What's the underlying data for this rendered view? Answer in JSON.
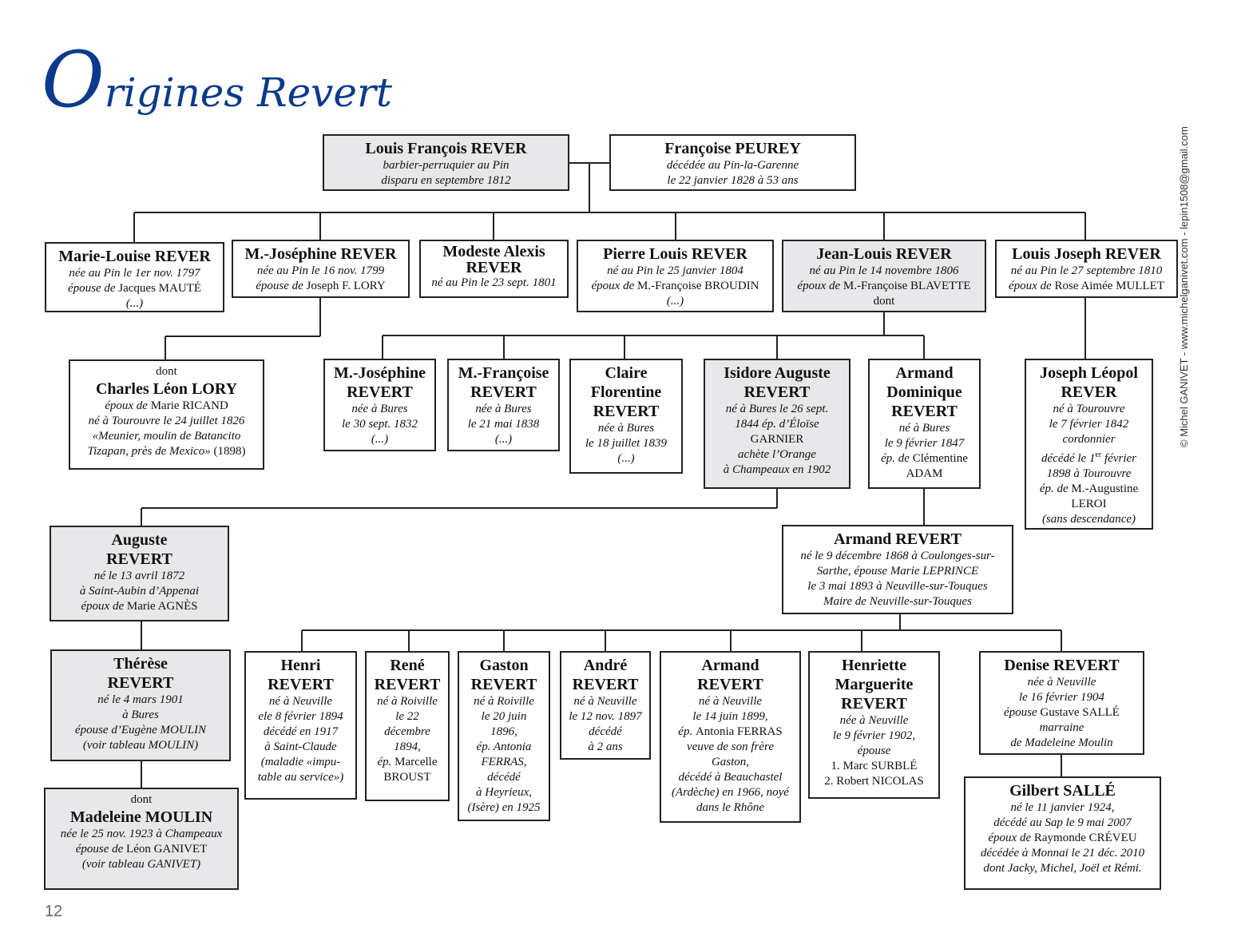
{
  "title": {
    "initial": "O",
    "rest": "rigines Revert"
  },
  "credit": "© Michel GANIVET - www.michelganivet.com - lepin1508@gmail.com",
  "page_number": "12",
  "people": {
    "p1": {
      "name": "Louis François REVER",
      "lines": [
        "barbier-perruquier au Pin",
        "disparu en septembre 1812"
      ]
    },
    "p2": {
      "name": "Françoise PEUREY",
      "lines": [
        "décédée au Pin-la-Garenne",
        "le 22 janvier 1828 à 53 ans"
      ]
    },
    "c1": {
      "name": "Marie-Louise REVER",
      "l1": "née au Pin le 1er nov. 1797",
      "l2a": "épouse de ",
      "l2b": "Jacques MAUTÉ",
      "l3": "(...)"
    },
    "c2": {
      "name": "M.-Joséphine REVER",
      "l1": "née au Pin le 16 nov. 1799",
      "l2a": "épouse de ",
      "l2b": "Joseph F. LORY"
    },
    "c3": {
      "name1": "Modeste Alexis",
      "name2": "REVER",
      "l1": "né au Pin le 23 sept. 1801"
    },
    "c4": {
      "name": "Pierre Louis REVER",
      "l1": "né au Pin le 25 janvier 1804",
      "l2a": "époux de ",
      "l2b": "M.-Françoise BROUDIN",
      "l3": "(...)"
    },
    "c5": {
      "name": "Jean-Louis REVER",
      "l1": "né au Pin le 14 novembre 1806",
      "l2a": "époux de ",
      "l2b": "M.-Françoise BLAVETTE",
      "l3": "dont"
    },
    "c6": {
      "name": "Louis Joseph REVER",
      "l1": "né au Pin le 27 septembre 1810",
      "l2a": "époux de ",
      "l2b": "Rose Aimée MULLET"
    },
    "lory": {
      "pre": "dont",
      "name": "Charles Léon LORY",
      "l1a": "époux de ",
      "l1b": "Marie RICAND",
      "l2": "né à Tourouvre le 24 juillet 1826",
      "l3": "«Meunier, moulin de Batancito",
      "l4a": "Tizapan, près de Mexico» ",
      "l4b": "(1898)"
    },
    "g1": {
      "name1": "M.-Joséphine",
      "name2": "REVERT",
      "l1": "née à Bures",
      "l2": "le 30 sept. 1832",
      "l3": "(...)"
    },
    "g2": {
      "name1": "M.-Françoise",
      "name2": "REVERT",
      "l1": "née à Bures",
      "l2": "le 21 mai 1838",
      "l3": "(...)"
    },
    "g3": {
      "name1": "Claire",
      "name2": "Florentine",
      "name3": "REVERT",
      "l1": "née à Bures",
      "l2": "le 18 juillet 1839",
      "l3": "(...)"
    },
    "g4": {
      "name1": "Isidore Auguste",
      "name2": "REVERT",
      "l1": "né à Bures le 26 sept.",
      "l2": "1844 ép. d’Éloïse",
      "l3": "GARNIER",
      "l4": "achète l’Orange",
      "l5": "à Champeaux en 1902"
    },
    "g5": {
      "name1": "Armand",
      "name2": "Dominique",
      "name3": "REVERT",
      "l1": "né à Bures",
      "l2": "le 9 février 1847",
      "l3a": "ép. de ",
      "l3b": "Clémentine",
      "l4": "ADAM"
    },
    "g6": {
      "name1": "Joseph Léopol",
      "name2": "REVER",
      "l1": "né à Tourouvre",
      "l2": "le 7 février 1842",
      "l3": "cordonnier",
      "l4a": "décédé le 1",
      "l4sup": "er",
      "l4b": " février",
      "l5": "1898 à Tourouvre",
      "l6a": "ép. de ",
      "l6b": "M.-Augustine",
      "l7": "LEROI",
      "l8": "(sans descendance)"
    },
    "auguste": {
      "name1": "Auguste",
      "name2": "REVERT",
      "l1": "né le 13 avril 1872",
      "l2": "à Saint-Aubin d’Appenai",
      "l3a": "époux de ",
      "l3b": "Marie AGNÈS"
    },
    "armand_r": {
      "name": "Armand REVERT",
      "l1": "né le 9 décembre 1868 à Coulonges-sur-",
      "l2": "Sarthe, épouse Marie LEPRINCE",
      "l3": "le 3 mai 1893 à Neuville-sur-Touques",
      "l4": "Maire de Neuville-sur-Touques"
    },
    "therese": {
      "name1": "Thérèse",
      "name2": "REVERT",
      "l1": "né le 4 mars 1901",
      "l2": "à Bures",
      "l3": "épouse d’Eugène MOULIN",
      "l4": "(voir tableau MOULIN)"
    },
    "madeleine": {
      "pre": "dont",
      "name": "Madeleine MOULIN",
      "l1": "née le 25 nov. 1923 à Champeaux",
      "l2a": "épouse de ",
      "l2b": "Léon GANIVET",
      "l3": "(voir tableau GANIVET)"
    },
    "h1": {
      "name1": "Henri",
      "name2": "REVERT",
      "l1": "né à Neuville",
      "l2": "ele 8 février 1894",
      "l3": "décédé en 1917",
      "l4": "à Saint-Claude",
      "l5": "(maladie «impu-",
      "l6": "table au service»)"
    },
    "h2": {
      "name1": "René",
      "name2": "REVERT",
      "l1": "né à Roiville",
      "l2": "le 22",
      "l3": "décembre",
      "l4": "1894,",
      "l5a": "ép. ",
      "l5b": "Marcelle",
      "l6": "BROUST"
    },
    "h3": {
      "name1": "Gaston",
      "name2": "REVERT",
      "l1": "né à Roiville",
      "l2": "le 20 juin",
      "l3": "1896,",
      "l4": "ép. Antonia",
      "l5": "FERRAS,",
      "l6": "décédé",
      "l7": "à Heyrieux,",
      "l8": "(Isère) en 1925"
    },
    "h4": {
      "name1": "André",
      "name2": "REVERT",
      "l1": "né à Neuville",
      "l2": "le 12 nov. 1897",
      "l3": "décédé",
      "l4": "à 2 ans"
    },
    "h5": {
      "name1": "Armand",
      "name2": "REVERT",
      "l1": "né à Neuville",
      "l2": "le 14 juin 1899,",
      "l3a": "ép. ",
      "l3b": "Antonia FERRAS",
      "l4": "veuve de son frère",
      "l5": "Gaston,",
      "l6": "décédé à Beauchastel",
      "l7": "(Ardèche) en 1966, noyé",
      "l8": "dans le Rhône"
    },
    "h6": {
      "name1": "Henriette",
      "name2": "Marguerite",
      "name3": "REVERT",
      "l1": "née à Neuville",
      "l2": "le 9 février 1902,",
      "l3": "épouse",
      "l4": "1. Marc SURBLÉ",
      "l5": "2. Robert NICOLAS"
    },
    "h7": {
      "name": "Denise REVERT",
      "l1": "née à Neuville",
      "l2": "le 16 février 1904",
      "l3a": "épouse ",
      "l3b": "Gustave SALLÉ",
      "l4": "marraine",
      "l5": "de Madeleine Moulin"
    },
    "gilbert": {
      "name": "Gilbert SALLÉ",
      "l1": "né le 11 janvier 1924,",
      "l2": "décédé au Sap le 9 mai 2007",
      "l3a": "époux de ",
      "l3b": "Raymonde CRÉVEU",
      "l4": "décédée à Monnai le 21 déc. 2010",
      "l5": "dont Jacky, Michel, Joël et Rémi."
    }
  }
}
